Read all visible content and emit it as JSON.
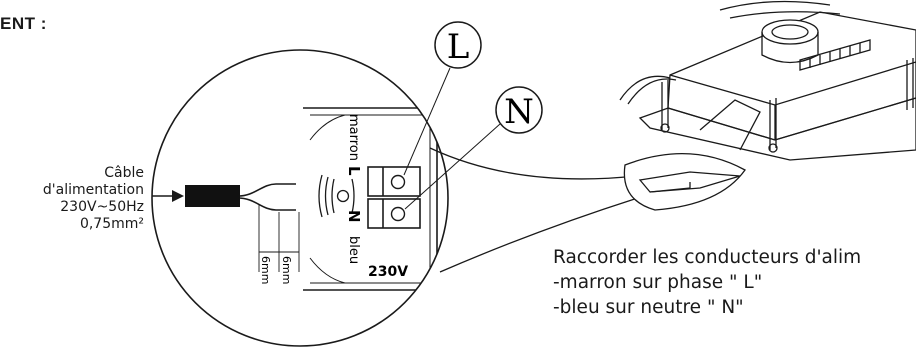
{
  "heading": "ENT :",
  "cable_label": {
    "line1": "Câble",
    "line2": "d'alimentation",
    "line3": "230V~50Hz",
    "line4": "0,75mm²"
  },
  "terminal": {
    "brown_label": "marron",
    "blue_label": "bleu",
    "L_letter": "L",
    "N_letter": "N",
    "voltage": "230V"
  },
  "strip_lengths": [
    "6mm",
    "6mm"
  ],
  "callouts": {
    "L": "L",
    "N": "N"
  },
  "instructions": {
    "line1": "Raccorder les conducteurs d'alim",
    "line2": "-marron sur phase \" L\"",
    "line3": "-bleu sur neutre \" N\""
  }
}
